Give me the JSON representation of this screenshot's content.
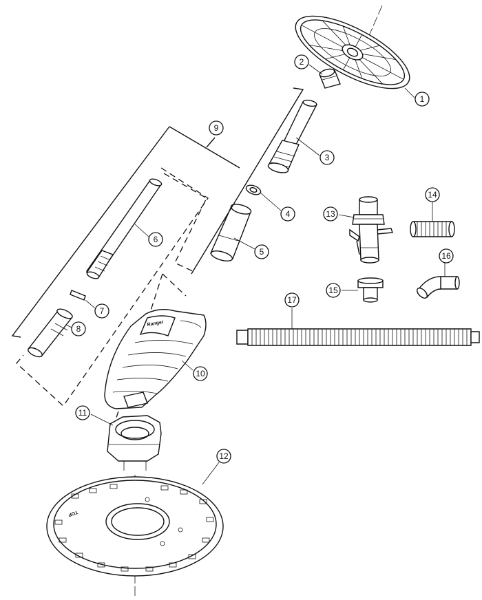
{
  "callouts": [
    {
      "id": "1",
      "label": "1"
    },
    {
      "id": "2",
      "label": "2"
    },
    {
      "id": "3",
      "label": "3"
    },
    {
      "id": "4",
      "label": "4"
    },
    {
      "id": "5",
      "label": "5"
    },
    {
      "id": "6",
      "label": "6"
    },
    {
      "id": "7",
      "label": "7"
    },
    {
      "id": "8",
      "label": "8"
    },
    {
      "id": "9",
      "label": "9"
    },
    {
      "id": "10",
      "label": "10"
    },
    {
      "id": "11",
      "label": "11"
    },
    {
      "id": "12",
      "label": "12"
    },
    {
      "id": "13",
      "label": "13"
    },
    {
      "id": "14",
      "label": "14"
    },
    {
      "id": "15",
      "label": "15"
    },
    {
      "id": "16",
      "label": "16"
    },
    {
      "id": "17",
      "label": "17"
    }
  ],
  "body_brand": "Ranger",
  "disc_marking": "TOP"
}
